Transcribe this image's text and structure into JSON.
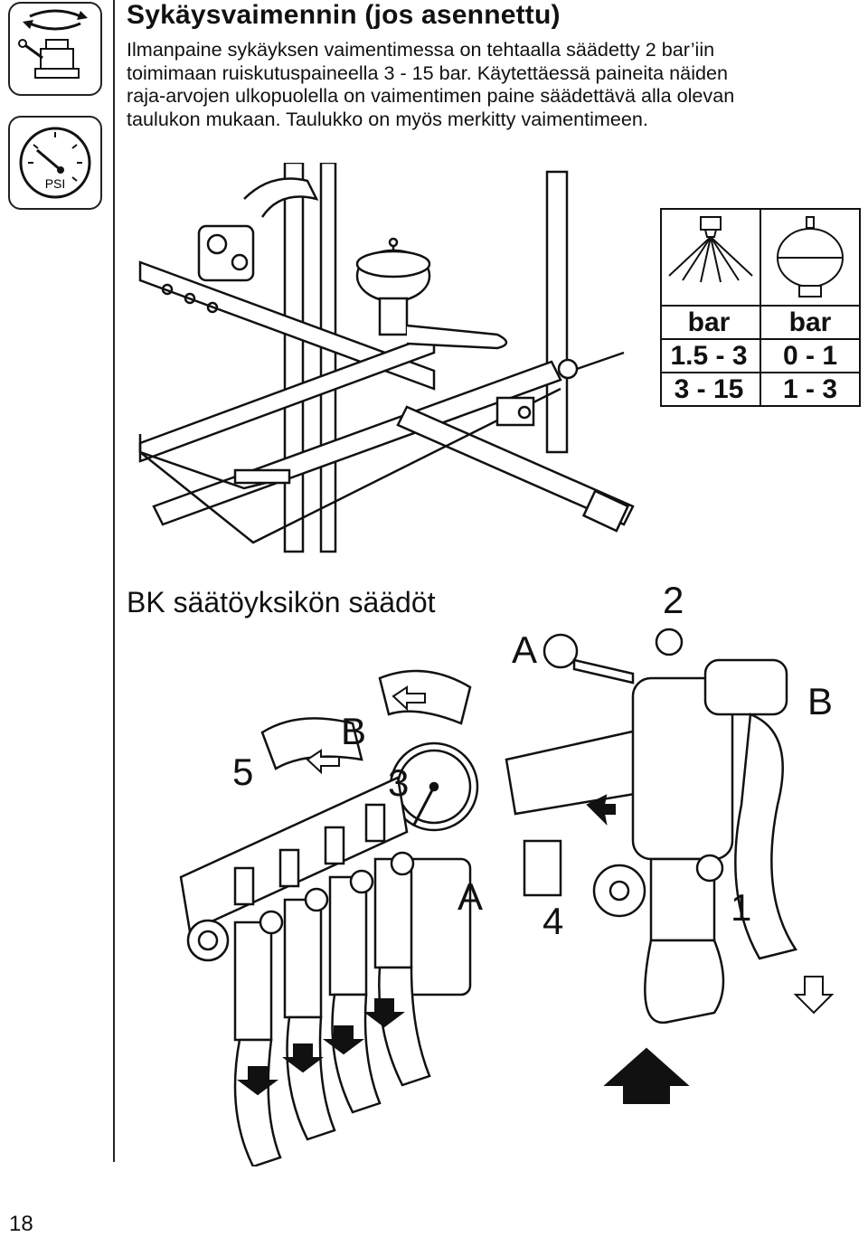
{
  "page": {
    "title": "Sykäysvaimennin (jos asennettu)",
    "paragraph_lines": [
      "Ilmanpaine sykäyksen vaimentimessa on tehtaalla säädetty 2 bar’iin",
      "toimimaan ruiskutuspaineella 3 - 15 bar. Käytettäessä paineita näiden",
      "raja-arvojen ulkopuolella on vaimentimen paine säädettävä alla olevan",
      "taulukon mukaan. Taulukko on myös merkitty vaimentimeen."
    ],
    "page_number": "18"
  },
  "sidebar": {
    "icon_pressure_label": "PSI"
  },
  "pressure_table": {
    "headers": [
      "bar",
      "bar"
    ],
    "rows": [
      [
        "1.5 - 3",
        "0 - 1"
      ],
      [
        "3 - 15",
        "1 - 3"
      ]
    ]
  },
  "bk_section": {
    "title": "BK säätöyksikön säädöt",
    "callouts": {
      "c2": "2",
      "cA_top": "A",
      "cB_right": "B",
      "cB_left": "B",
      "c5": "5",
      "c3": "3",
      "cA_mid": "A",
      "c4": "4",
      "c1": "1"
    }
  }
}
